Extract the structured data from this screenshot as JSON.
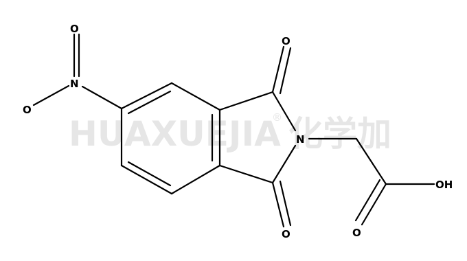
{
  "watermark": {
    "latin": "HUAXUEJIA",
    "registered": "®",
    "cjk": "化学加"
  },
  "molecule": {
    "atoms": {
      "O_nitro_top": "O",
      "N_nitro": "N",
      "O_nitro_left": "O",
      "O_carbonyl_top": "O",
      "N_imide": "N",
      "O_carbonyl_bottom": "O",
      "O_acid_OH": "OH",
      "O_acid_carbonyl": "O"
    }
  },
  "colors": {
    "bond": "#000000",
    "label": "#000000",
    "watermark": "#e6e6e6",
    "background": "#ffffff"
  }
}
